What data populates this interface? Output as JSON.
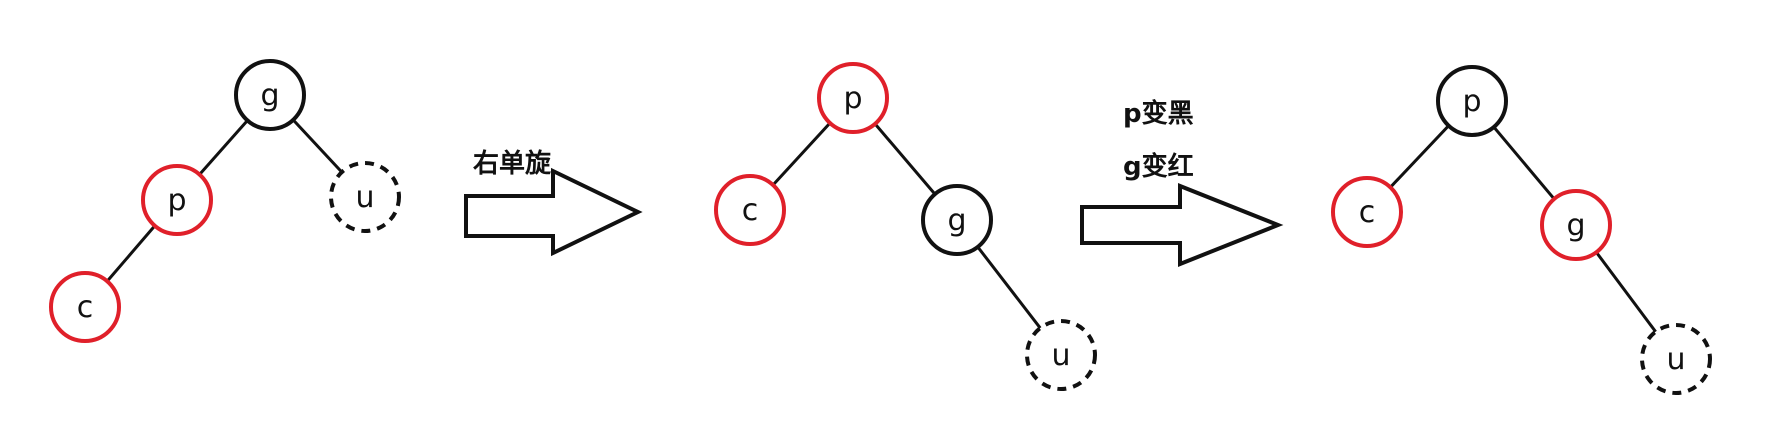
{
  "colors": {
    "red_node": "#e0202a",
    "black_node": "#111111",
    "nil_node": "#111111",
    "edge": "#111111",
    "arrow": "#111111"
  },
  "steps": [
    {
      "label": "右单旋"
    },
    {
      "label": "p变黑",
      "label2": "g变红"
    }
  ],
  "stages": [
    {
      "nodes": [
        {
          "id": "g",
          "label": "g",
          "color": "black"
        },
        {
          "id": "p",
          "label": "p",
          "color": "red"
        },
        {
          "id": "u",
          "label": "u",
          "color": "nil"
        },
        {
          "id": "c",
          "label": "c",
          "color": "red"
        }
      ],
      "edges": [
        [
          "g",
          "p"
        ],
        [
          "g",
          "u"
        ],
        [
          "p",
          "c"
        ]
      ]
    },
    {
      "nodes": [
        {
          "id": "p",
          "label": "p",
          "color": "red"
        },
        {
          "id": "c",
          "label": "c",
          "color": "red"
        },
        {
          "id": "g",
          "label": "g",
          "color": "black"
        },
        {
          "id": "u",
          "label": "u",
          "color": "nil"
        }
      ],
      "edges": [
        [
          "p",
          "c"
        ],
        [
          "p",
          "g"
        ],
        [
          "g",
          "u"
        ]
      ]
    },
    {
      "nodes": [
        {
          "id": "p",
          "label": "p",
          "color": "black"
        },
        {
          "id": "c",
          "label": "c",
          "color": "red"
        },
        {
          "id": "g",
          "label": "g",
          "color": "red"
        },
        {
          "id": "u",
          "label": "u",
          "color": "nil"
        }
      ],
      "edges": [
        [
          "p",
          "c"
        ],
        [
          "p",
          "g"
        ],
        [
          "g",
          "u"
        ]
      ]
    }
  ]
}
